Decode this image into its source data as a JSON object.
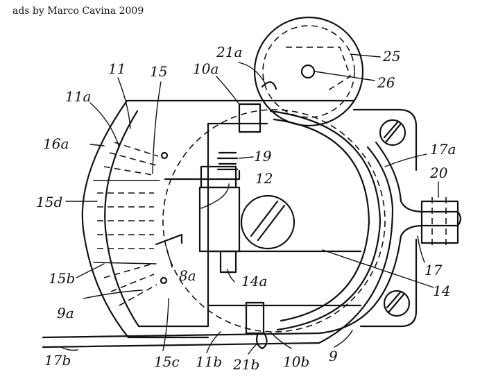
{
  "credit": "ads by Marco Cavina 2009",
  "labels": {
    "l11": "11",
    "l11a": "11a",
    "l15": "15",
    "l10a": "10a",
    "l21a": "21a",
    "l25": "25",
    "l26": "26",
    "l16a": "16a",
    "l19": "19",
    "l12": "12",
    "l17a": "17a",
    "l20": "20",
    "l15d": "15d",
    "l17": "17",
    "l15b": "15b",
    "l8a": "8a",
    "l14a": "14a",
    "l14": "14",
    "l9a": "9a",
    "l9": "9",
    "l17b": "17b",
    "l15c": "15c",
    "l11b": "11b",
    "l21b": "21b",
    "l10b": "10b"
  }
}
